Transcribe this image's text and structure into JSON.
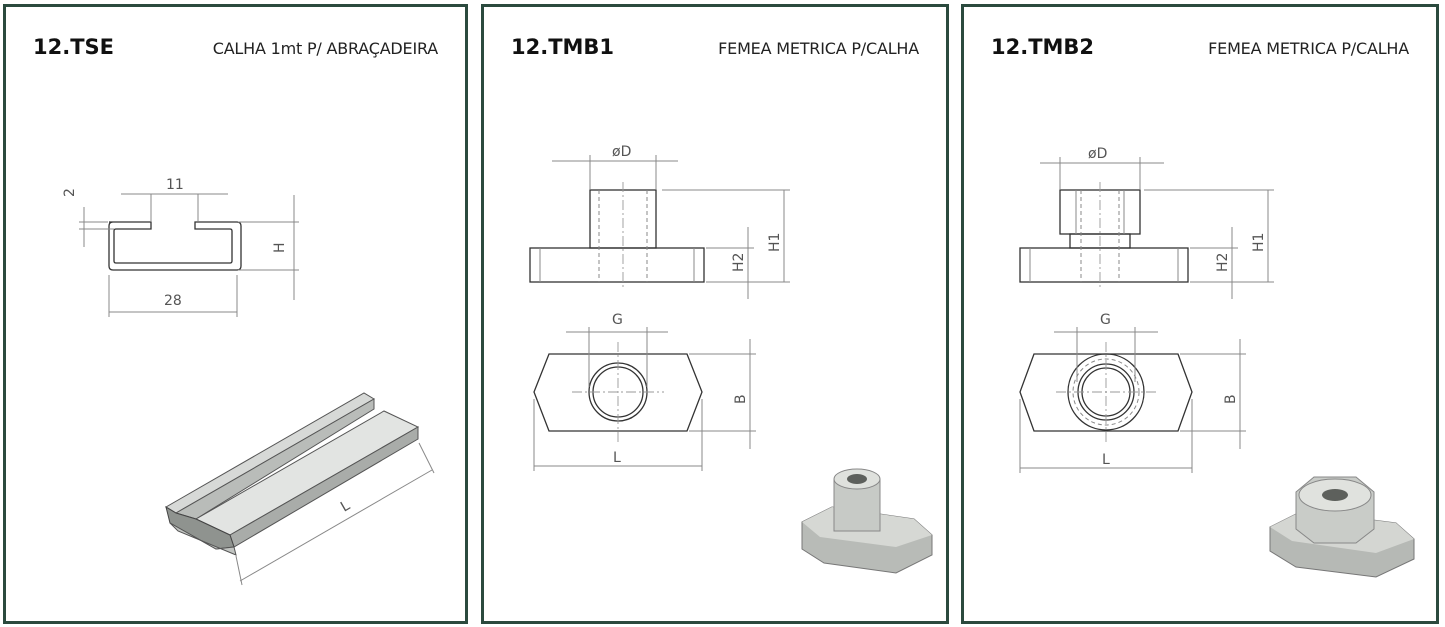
{
  "panels": [
    {
      "code": "12.TSE",
      "title": "CALHA 1mt P/ ABRAÇADEIRA",
      "dims": {
        "thickness": "2",
        "slot": "11",
        "height": "H",
        "width": "28",
        "length": "L"
      }
    },
    {
      "code": "12.TMB1",
      "title": "FEMEA METRICA P/CALHA",
      "dims": {
        "diameter": "øD",
        "h1": "H1",
        "h2": "H2",
        "thread": "G",
        "b": "B",
        "l": "L"
      }
    },
    {
      "code": "12.TMB2",
      "title": "FEMEA METRICA P/CALHA",
      "dims": {
        "diameter": "øD",
        "h1": "H1",
        "h2": "H2",
        "thread": "G",
        "b": "B",
        "l": "L"
      }
    }
  ],
  "colors": {
    "border": "#2b4a3e",
    "metal": "#c9ccc9"
  }
}
